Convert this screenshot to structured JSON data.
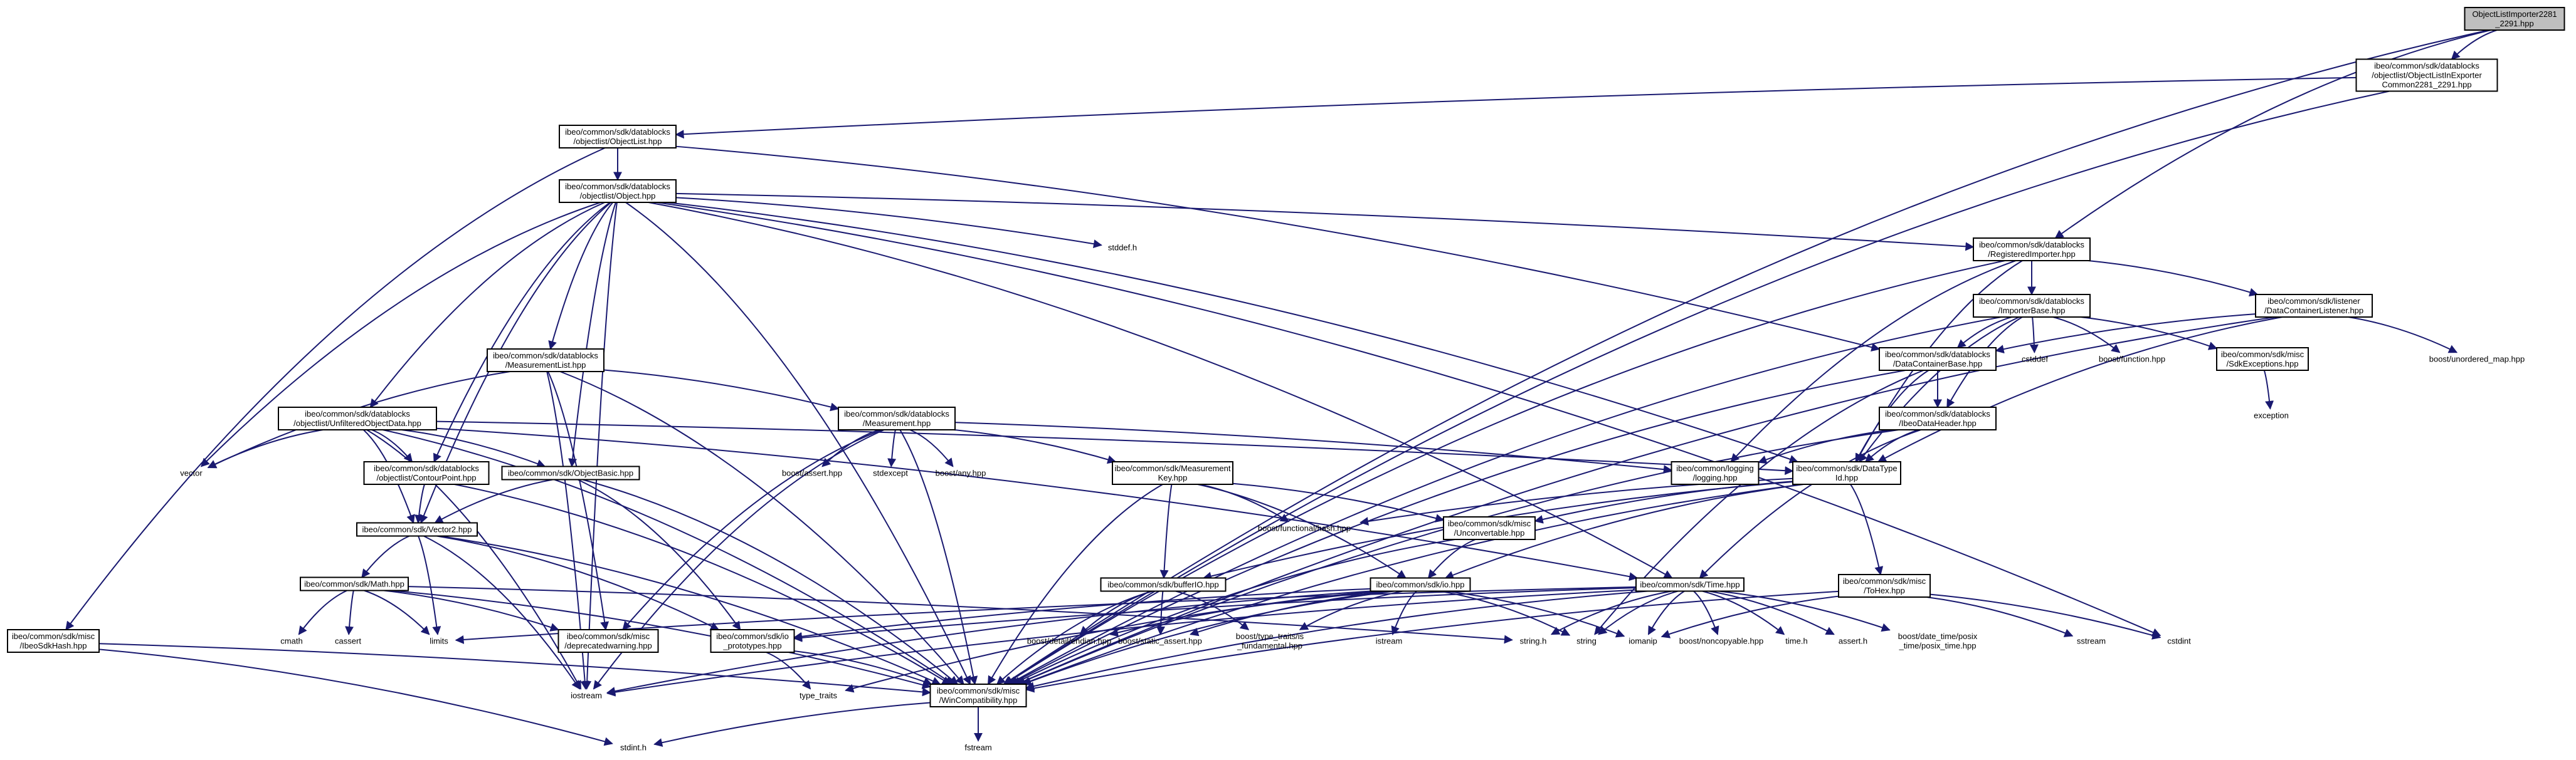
{
  "colors": {
    "edge": "#191970",
    "root_fill": "#bfbfbf",
    "node_fill": "#ffffff",
    "border": "#000000"
  },
  "nodes": [
    {
      "id": "root",
      "lines": [
        "ObjectListImporter2281",
        "_2291.hpp"
      ],
      "root": true
    },
    {
      "id": "exp",
      "lines": [
        "ibeo/common/sdk/datablocks",
        "/objectlist/ObjectListInExporter",
        "Common2281_2291.hpp"
      ],
      "boxed": true
    },
    {
      "id": "ol",
      "lines": [
        "ibeo/common/sdk/datablocks",
        "/objectlist/ObjectList.hpp"
      ],
      "boxed": true
    },
    {
      "id": "obj",
      "lines": [
        "ibeo/common/sdk/datablocks",
        "/objectlist/Object.hpp"
      ],
      "boxed": true
    },
    {
      "id": "stddef",
      "lines": [
        "stddef.h"
      ],
      "boxed": false
    },
    {
      "id": "regimp",
      "lines": [
        "ibeo/common/sdk/datablocks",
        "/RegisteredImporter.hpp"
      ],
      "boxed": true
    },
    {
      "id": "impbase",
      "lines": [
        "ibeo/common/sdk/datablocks",
        "/ImporterBase.hpp"
      ],
      "boxed": true
    },
    {
      "id": "dcl",
      "lines": [
        "ibeo/common/sdk/listener",
        "/DataContainerListener.hpp"
      ],
      "boxed": true
    },
    {
      "id": "umap",
      "lines": [
        "boost/unordered_map.hpp"
      ],
      "boxed": false
    },
    {
      "id": "cstddef",
      "lines": [
        "cstddef"
      ],
      "boxed": false
    },
    {
      "id": "bfunc",
      "lines": [
        "boost/function.hpp"
      ],
      "boxed": false
    },
    {
      "id": "sdkexc",
      "lines": [
        "ibeo/common/sdk/misc",
        "/SdkExceptions.hpp"
      ],
      "boxed": true
    },
    {
      "id": "exception",
      "lines": [
        "exception"
      ],
      "boxed": false
    },
    {
      "id": "dcbase",
      "lines": [
        "ibeo/common/sdk/datablocks",
        "/DataContainerBase.hpp"
      ],
      "boxed": true
    },
    {
      "id": "idh",
      "lines": [
        "ibeo/common/sdk/datablocks",
        "/IbeoDataHeader.hpp"
      ],
      "boxed": true
    },
    {
      "id": "logging",
      "lines": [
        "ibeo/common/logging",
        "/logging.hpp"
      ],
      "boxed": true
    },
    {
      "id": "dtid",
      "lines": [
        "ibeo/common/sdk/DataType",
        "Id.hpp"
      ],
      "boxed": true
    },
    {
      "id": "meas",
      "lines": [
        "ibeo/common/sdk/datablocks",
        "/MeasurementList.hpp"
      ],
      "boxed": true
    },
    {
      "id": "unfilt",
      "lines": [
        "ibeo/common/sdk/datablocks",
        "/objectlist/UnfilteredObjectData.hpp"
      ],
      "boxed": true
    },
    {
      "id": "measurement",
      "lines": [
        "ibeo/common/sdk/datablocks",
        "/Measurement.hpp"
      ],
      "boxed": true
    },
    {
      "id": "vector",
      "lines": [
        "vector"
      ],
      "boxed": false
    },
    {
      "id": "contour",
      "lines": [
        "ibeo/common/sdk/datablocks",
        "/objectlist/ContourPoint.hpp"
      ],
      "boxed": true
    },
    {
      "id": "objbasic",
      "lines": [
        "ibeo/common/sdk/ObjectBasic.hpp"
      ],
      "boxed": true
    },
    {
      "id": "bassert",
      "lines": [
        "boost/assert.hpp"
      ],
      "boxed": false
    },
    {
      "id": "stdexcept",
      "lines": [
        "stdexcept"
      ],
      "boxed": false
    },
    {
      "id": "bany",
      "lines": [
        "boost/any.hpp"
      ],
      "boxed": false
    },
    {
      "id": "mkey",
      "lines": [
        "ibeo/common/sdk/Measurement",
        "Key.hpp"
      ],
      "boxed": true
    },
    {
      "id": "bfhash",
      "lines": [
        "boost/functional/hash.hpp"
      ],
      "boxed": false
    },
    {
      "id": "unconv",
      "lines": [
        "ibeo/common/sdk/misc",
        "/Unconvertable.hpp"
      ],
      "boxed": true
    },
    {
      "id": "vec2",
      "lines": [
        "ibeo/common/sdk/Vector2.hpp"
      ],
      "boxed": true
    },
    {
      "id": "totex",
      "lines": [
        "ibeo/common/sdk/misc",
        "/ToHex.hpp"
      ],
      "boxed": true
    },
    {
      "id": "math",
      "lines": [
        "ibeo/common/sdk/Math.hpp"
      ],
      "boxed": true
    },
    {
      "id": "bufio",
      "lines": [
        "ibeo/common/sdk/bufferIO.hpp"
      ],
      "boxed": true
    },
    {
      "id": "io",
      "lines": [
        "ibeo/common/sdk/io.hpp"
      ],
      "boxed": true
    },
    {
      "id": "time",
      "lines": [
        "ibeo/common/sdk/Time.hpp"
      ],
      "boxed": true
    },
    {
      "id": "cmath",
      "lines": [
        "cmath"
      ],
      "boxed": false
    },
    {
      "id": "cassert",
      "lines": [
        "cassert"
      ],
      "boxed": false
    },
    {
      "id": "limits",
      "lines": [
        "limits"
      ],
      "boxed": false
    },
    {
      "id": "deprec",
      "lines": [
        "ibeo/common/sdk/misc",
        "/deprecatedwarning.hpp"
      ],
      "boxed": true
    },
    {
      "id": "ioproto",
      "lines": [
        "ibeo/common/sdk/io",
        "_prototypes.hpp"
      ],
      "boxed": true
    },
    {
      "id": "endian",
      "lines": [
        "boost/detail/endian.hpp"
      ],
      "boxed": false
    },
    {
      "id": "sassert",
      "lines": [
        "boost/static_assert.hpp"
      ],
      "boxed": false
    },
    {
      "id": "typetraits",
      "lines": [
        "boost/type_traits/is",
        "_fundamental.hpp"
      ],
      "boxed": false
    },
    {
      "id": "istream",
      "lines": [
        "istream"
      ],
      "boxed": false
    },
    {
      "id": "stringh",
      "lines": [
        "string.h"
      ],
      "boxed": false
    },
    {
      "id": "string",
      "lines": [
        "string"
      ],
      "boxed": false
    },
    {
      "id": "iomanip",
      "lines": [
        "iomanip"
      ],
      "boxed": false
    },
    {
      "id": "noncopy",
      "lines": [
        "boost/noncopyable.hpp"
      ],
      "boxed": false
    },
    {
      "id": "timeh",
      "lines": [
        "time.h"
      ],
      "boxed": false
    },
    {
      "id": "asserth",
      "lines": [
        "assert.h"
      ],
      "boxed": false
    },
    {
      "id": "posix",
      "lines": [
        "boost/date_time/posix",
        "_time/posix_time.hpp"
      ],
      "boxed": false
    },
    {
      "id": "sstream",
      "lines": [
        "sstream"
      ],
      "boxed": false
    },
    {
      "id": "cstdint",
      "lines": [
        "cstdint"
      ],
      "boxed": false
    },
    {
      "id": "sdkhash",
      "lines": [
        "ibeo/common/sdk/misc",
        "/IbeoSdkHash.hpp"
      ],
      "boxed": true
    },
    {
      "id": "iostream",
      "lines": [
        "iostream"
      ],
      "boxed": false
    },
    {
      "id": "typeinfo",
      "lines": [
        "type_traits"
      ],
      "boxed": false
    },
    {
      "id": "wincompat",
      "lines": [
        "ibeo/common/sdk/misc",
        "/WinCompatibility.hpp"
      ],
      "boxed": true
    },
    {
      "id": "stdint",
      "lines": [
        "stdint.h"
      ],
      "boxed": false
    },
    {
      "id": "fstream",
      "lines": [
        "fstream"
      ],
      "boxed": false
    }
  ],
  "edges": [
    [
      "root",
      "exp"
    ],
    [
      "root",
      "regimp"
    ],
    [
      "root",
      "wincompat"
    ],
    [
      "exp",
      "ol"
    ],
    [
      "exp",
      "wincompat"
    ],
    [
      "ol",
      "obj"
    ],
    [
      "ol",
      "dcbase"
    ],
    [
      "ol",
      "sdkhash"
    ],
    [
      "obj",
      "stddef"
    ],
    [
      "obj",
      "regimp"
    ],
    [
      "obj",
      "meas"
    ],
    [
      "obj",
      "unfilt"
    ],
    [
      "obj",
      "contour"
    ],
    [
      "obj",
      "objbasic"
    ],
    [
      "obj",
      "vector"
    ],
    [
      "obj",
      "vec2"
    ],
    [
      "obj",
      "dtid"
    ],
    [
      "obj",
      "time"
    ],
    [
      "obj",
      "iostream"
    ],
    [
      "obj",
      "wincompat"
    ],
    [
      "obj",
      "cstdint"
    ],
    [
      "regimp",
      "impbase"
    ],
    [
      "regimp",
      "dcl"
    ],
    [
      "regimp",
      "logging"
    ],
    [
      "regimp",
      "dtid"
    ],
    [
      "regimp",
      "wincompat"
    ],
    [
      "impbase",
      "dcbase"
    ],
    [
      "impbase",
      "cstddef"
    ],
    [
      "impbase",
      "bfunc"
    ],
    [
      "impbase",
      "sdkexc"
    ],
    [
      "impbase",
      "idh"
    ],
    [
      "impbase",
      "dtid"
    ],
    [
      "impbase",
      "wincompat"
    ],
    [
      "dcl",
      "dcbase"
    ],
    [
      "dcl",
      "umap"
    ],
    [
      "dcl",
      "dtid"
    ],
    [
      "dcl",
      "wincompat"
    ],
    [
      "sdkexc",
      "exception"
    ],
    [
      "dcbase",
      "idh"
    ],
    [
      "dcbase",
      "dtid"
    ],
    [
      "dcbase",
      "string"
    ],
    [
      "dcbase",
      "wincompat"
    ],
    [
      "idh",
      "logging"
    ],
    [
      "idh",
      "dtid"
    ],
    [
      "idh",
      "time"
    ],
    [
      "idh",
      "wincompat"
    ],
    [
      "dtid",
      "bfhash"
    ],
    [
      "dtid",
      "unconv"
    ],
    [
      "dtid",
      "io"
    ],
    [
      "dtid",
      "bufio"
    ],
    [
      "dtid",
      "totex"
    ],
    [
      "dtid",
      "wincompat"
    ],
    [
      "meas",
      "measurement"
    ],
    [
      "meas",
      "vector"
    ],
    [
      "meas",
      "deprec"
    ],
    [
      "meas",
      "iostream"
    ],
    [
      "meas",
      "wincompat"
    ],
    [
      "unfilt",
      "contour"
    ],
    [
      "unfilt",
      "objbasic"
    ],
    [
      "unfilt",
      "vec2"
    ],
    [
      "unfilt",
      "vector"
    ],
    [
      "unfilt",
      "time"
    ],
    [
      "unfilt",
      "dtid"
    ],
    [
      "unfilt",
      "iostream"
    ],
    [
      "unfilt",
      "wincompat"
    ],
    [
      "measurement",
      "mkey"
    ],
    [
      "measurement",
      "bassert"
    ],
    [
      "measurement",
      "stdexcept"
    ],
    [
      "measurement",
      "bany"
    ],
    [
      "measurement",
      "logging"
    ],
    [
      "measurement",
      "deprec"
    ],
    [
      "measurement",
      "iostream"
    ],
    [
      "measurement",
      "wincompat"
    ],
    [
      "contour",
      "vec2"
    ],
    [
      "contour",
      "wincompat"
    ],
    [
      "objbasic",
      "vec2"
    ],
    [
      "objbasic",
      "ioproto"
    ],
    [
      "objbasic",
      "wincompat"
    ],
    [
      "mkey",
      "bfhash"
    ],
    [
      "mkey",
      "unconv"
    ],
    [
      "mkey",
      "bufio"
    ],
    [
      "mkey",
      "io"
    ],
    [
      "mkey",
      "wincompat"
    ],
    [
      "unconv",
      "io"
    ],
    [
      "unconv",
      "wincompat"
    ],
    [
      "vec2",
      "math"
    ],
    [
      "vec2",
      "ioproto"
    ],
    [
      "vec2",
      "limits"
    ],
    [
      "vec2",
      "iostream"
    ],
    [
      "vec2",
      "wincompat"
    ],
    [
      "totex",
      "sstream"
    ],
    [
      "totex",
      "iomanip"
    ],
    [
      "totex",
      "cstdint"
    ],
    [
      "totex",
      "wincompat"
    ],
    [
      "math",
      "cmath"
    ],
    [
      "math",
      "cassert"
    ],
    [
      "math",
      "limits"
    ],
    [
      "math",
      "deprec"
    ],
    [
      "math",
      "stringh"
    ],
    [
      "math",
      "wincompat"
    ],
    [
      "bufio",
      "endian"
    ],
    [
      "bufio",
      "sassert"
    ],
    [
      "bufio",
      "typetraits"
    ],
    [
      "bufio",
      "wincompat"
    ],
    [
      "io",
      "ioproto"
    ],
    [
      "io",
      "endian"
    ],
    [
      "io",
      "sassert"
    ],
    [
      "io",
      "typetraits"
    ],
    [
      "io",
      "istream"
    ],
    [
      "io",
      "iostream"
    ],
    [
      "io",
      "string"
    ],
    [
      "io",
      "iomanip"
    ],
    [
      "io",
      "typeinfo"
    ],
    [
      "io",
      "wincompat"
    ],
    [
      "time",
      "stringh"
    ],
    [
      "time",
      "string"
    ],
    [
      "time",
      "iomanip"
    ],
    [
      "time",
      "noncopy"
    ],
    [
      "time",
      "timeh"
    ],
    [
      "time",
      "asserth"
    ],
    [
      "time",
      "posix"
    ],
    [
      "time",
      "limits"
    ],
    [
      "time",
      "ioproto"
    ],
    [
      "time",
      "iostream"
    ],
    [
      "time",
      "wincompat"
    ],
    [
      "ioproto",
      "typeinfo"
    ],
    [
      "ioproto",
      "wincompat"
    ],
    [
      "sdkhash",
      "stdint"
    ],
    [
      "sdkhash",
      "wincompat"
    ],
    [
      "wincompat",
      "stdint"
    ],
    [
      "wincompat",
      "fstream"
    ]
  ]
}
